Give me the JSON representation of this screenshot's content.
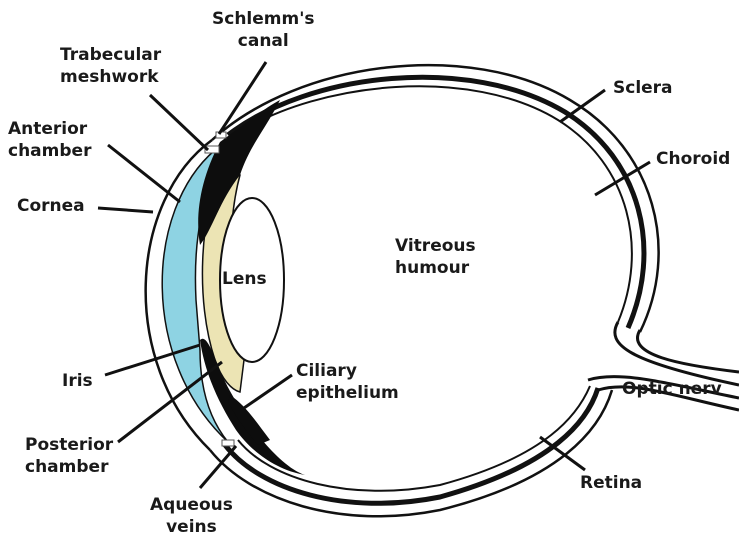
{
  "colors": {
    "cornea": "#8ed3e3",
    "iris_lens_ring": "#ece4b4",
    "pigment": "#0d0d0d",
    "outline": "#111111",
    "text": "#1a1a1a"
  },
  "labels": {
    "schlemms_canal": [
      "Schlemm's",
      "canal"
    ],
    "trabecular_meshwork": [
      "Trabecular",
      "meshwork"
    ],
    "anterior_chamber": [
      "Anterior",
      "chamber"
    ],
    "cornea": [
      "Cornea"
    ],
    "lens": [
      "Lens"
    ],
    "iris": [
      "Iris"
    ],
    "posterior_chamber": [
      "Posterior",
      "chamber"
    ],
    "aqueous_veins": [
      "Aqueous",
      "veins"
    ],
    "ciliary_epithelium": [
      "Ciliary",
      "epithelium"
    ],
    "vitreous_humour": [
      "Vitreous",
      "humour"
    ],
    "sclera": [
      "Sclera"
    ],
    "choroid": [
      "Choroid"
    ],
    "optic_nerve": [
      "Optic nerv"
    ],
    "retina": [
      "Retina"
    ]
  }
}
